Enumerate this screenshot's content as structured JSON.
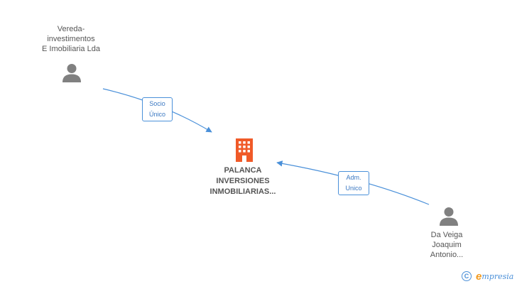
{
  "nodes": {
    "vereda": {
      "lines": [
        "Vereda-",
        "investimentos",
        "E Imobiliaria Lda"
      ],
      "icon": "person-icon"
    },
    "palanca": {
      "lines": [
        "PALANCA",
        "INVERSIONES",
        "INMOBILIARIAS..."
      ],
      "icon": "building-icon"
    },
    "da_veiga": {
      "lines": [
        "Da Veiga",
        "Joaquim",
        "Antonio..."
      ],
      "icon": "person-icon"
    }
  },
  "edges": {
    "socio_unico": {
      "lines": [
        "Socio",
        "Único"
      ]
    },
    "adm_unico": {
      "lines": [
        "Adm.",
        "Unico"
      ]
    }
  },
  "brand": {
    "copyright_symbol": "C",
    "initial": "e",
    "name": "mpresia"
  },
  "colors": {
    "edge": "#4a90d9",
    "company": "#f05a28",
    "person": "#808080",
    "text": "#555555"
  }
}
